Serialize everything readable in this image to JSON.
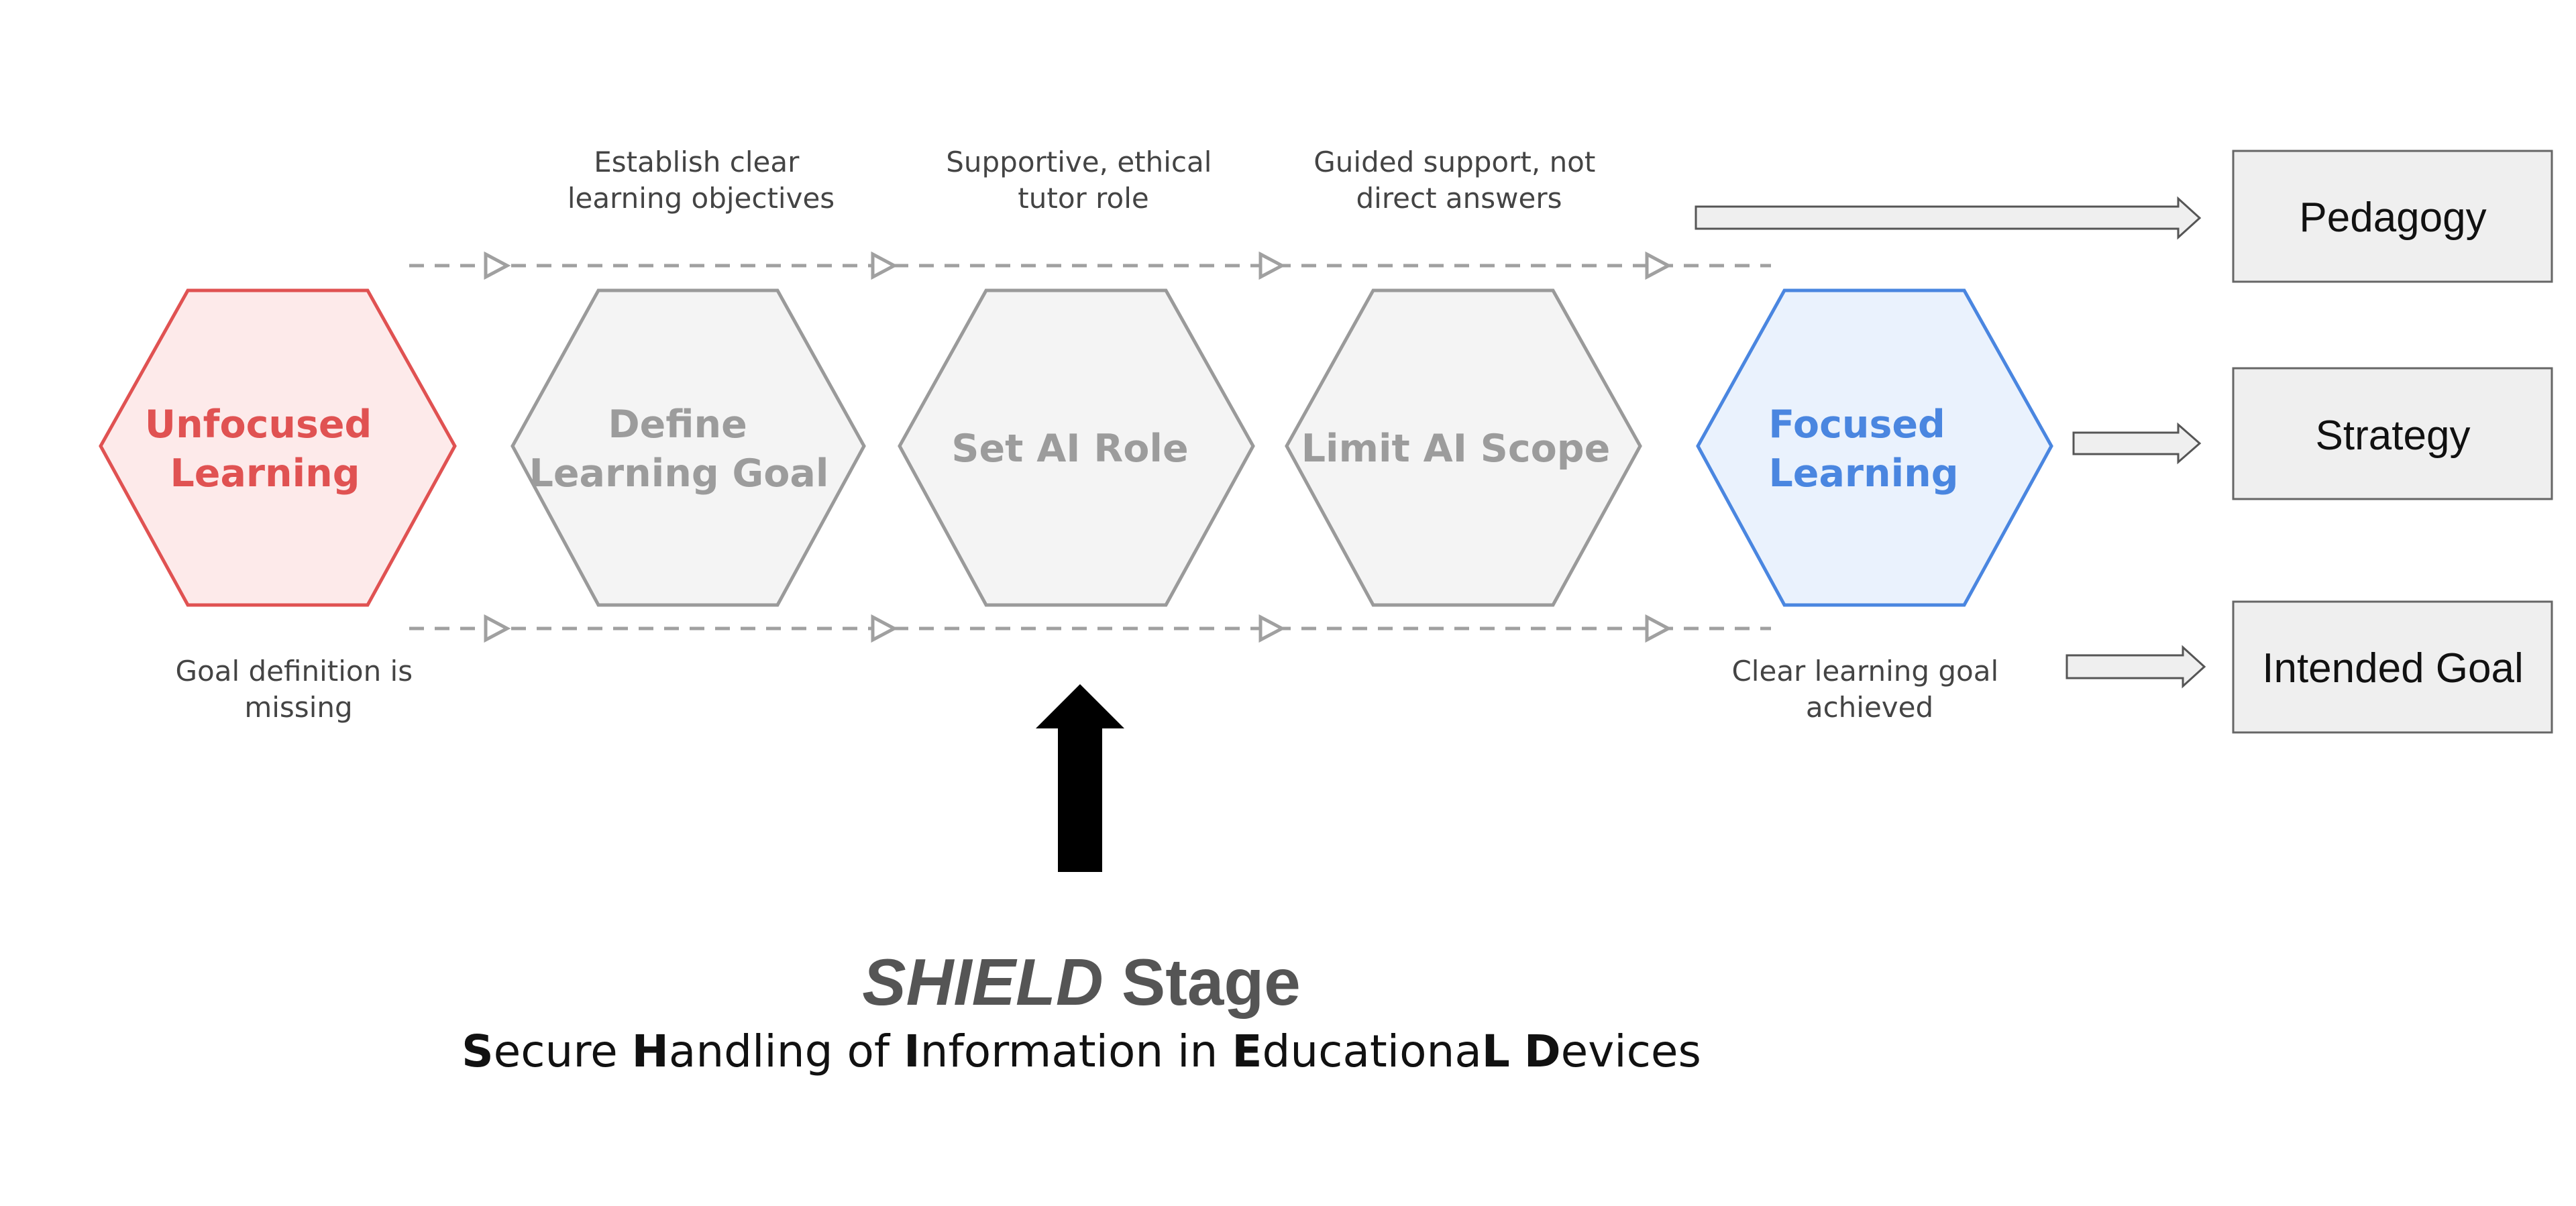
{
  "colors": {
    "unfocused_stroke": "#e05252",
    "unfocused_fill": "#fdeaea",
    "unfocused_text": "#e05252",
    "neutral_stroke": "#9a9a9a",
    "neutral_fill": "#f4f4f4",
    "neutral_text": "#9c9c9c",
    "focused_stroke": "#4a86e0",
    "focused_fill": "#eaf2fd",
    "focused_text": "#4a86e0",
    "flow_line": "#a0a0a0",
    "box_fill": "#efefef",
    "box_stroke": "#666666",
    "arrow_fill": "#000000"
  },
  "hexagons": [
    {
      "id": "unfocused",
      "lines": [
        "Unfocused",
        "Learning"
      ],
      "style": "unfocused"
    },
    {
      "id": "define",
      "lines": [
        "Define",
        "Learning Goal"
      ],
      "style": "neutral"
    },
    {
      "id": "role",
      "lines": [
        "Set AI Role"
      ],
      "style": "neutral"
    },
    {
      "id": "scope",
      "lines": [
        "Limit AI Scope"
      ],
      "style": "neutral"
    },
    {
      "id": "focused",
      "lines": [
        "Focused",
        "Learning"
      ],
      "style": "focused"
    }
  ],
  "notes": {
    "define_top": [
      "Establish clear",
      "learning objectives"
    ],
    "role_top": [
      "Supportive, ethical",
      "tutor role"
    ],
    "scope_top": [
      "Guided support, not",
      "direct answers"
    ],
    "unfocused_bottom": [
      "Goal definition is",
      "missing"
    ],
    "focused_bottom": [
      "Clear learning goal",
      "achieved"
    ]
  },
  "outcome_boxes": [
    {
      "id": "pedagogy",
      "label": "Pedagogy"
    },
    {
      "id": "strategy",
      "label": "Strategy"
    },
    {
      "id": "intended-goal",
      "label": "Intended Goal"
    }
  ],
  "shield": {
    "title_italic": "SHIELD",
    "title_rest": "Stage",
    "subtitle_segments": [
      {
        "text": "S",
        "bold": true
      },
      {
        "text": "ecure ",
        "bold": false
      },
      {
        "text": "H",
        "bold": true
      },
      {
        "text": "andling of ",
        "bold": false
      },
      {
        "text": "I",
        "bold": true
      },
      {
        "text": "nformation in ",
        "bold": false
      },
      {
        "text": "E",
        "bold": true
      },
      {
        "text": "ducationa",
        "bold": false
      },
      {
        "text": "L",
        "bold": true
      },
      {
        "text": " ",
        "bold": false
      },
      {
        "text": "D",
        "bold": true
      },
      {
        "text": "evices",
        "bold": false
      }
    ]
  }
}
